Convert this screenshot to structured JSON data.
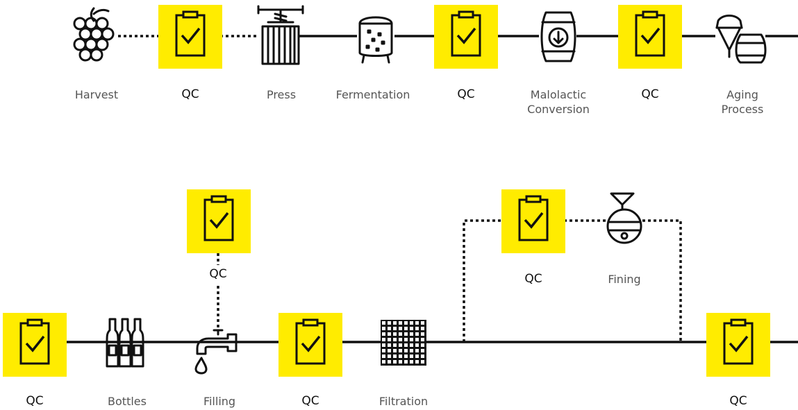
{
  "colors": {
    "line": "#111111",
    "qc_highlight": "#FFEC00",
    "label": "#555555",
    "qc_label": "#111111"
  },
  "icons": {
    "harvest": "grapes-icon",
    "qc": "clipboard-check-icon",
    "press": "wine-press-icon",
    "fermentation": "fermentation-tank-icon",
    "malolactic": "barrel-down-arrow-icon",
    "aging": "tank-and-barrel-icon",
    "bottles": "bottles-icon",
    "filling": "tap-drop-icon",
    "filtration": "filter-grid-icon",
    "fining": "funnel-sphere-icon"
  },
  "row1": {
    "harvest": "Harvest",
    "qc1": "QC",
    "press": "Press",
    "fermentation": "Fermentation",
    "qc2": "QC",
    "malolactic": "Malolactic\nConversion",
    "qc3": "QC",
    "aging": "Aging\nProcess"
  },
  "row2": {
    "qc_left": "QC",
    "bottles": "Bottles",
    "filling": "Filling",
    "qc_filling": "QC",
    "qc_mid": "QC",
    "filtration": "Filtration",
    "qc_fining": "QC",
    "fining": "Fining",
    "qc_right": "QC"
  }
}
